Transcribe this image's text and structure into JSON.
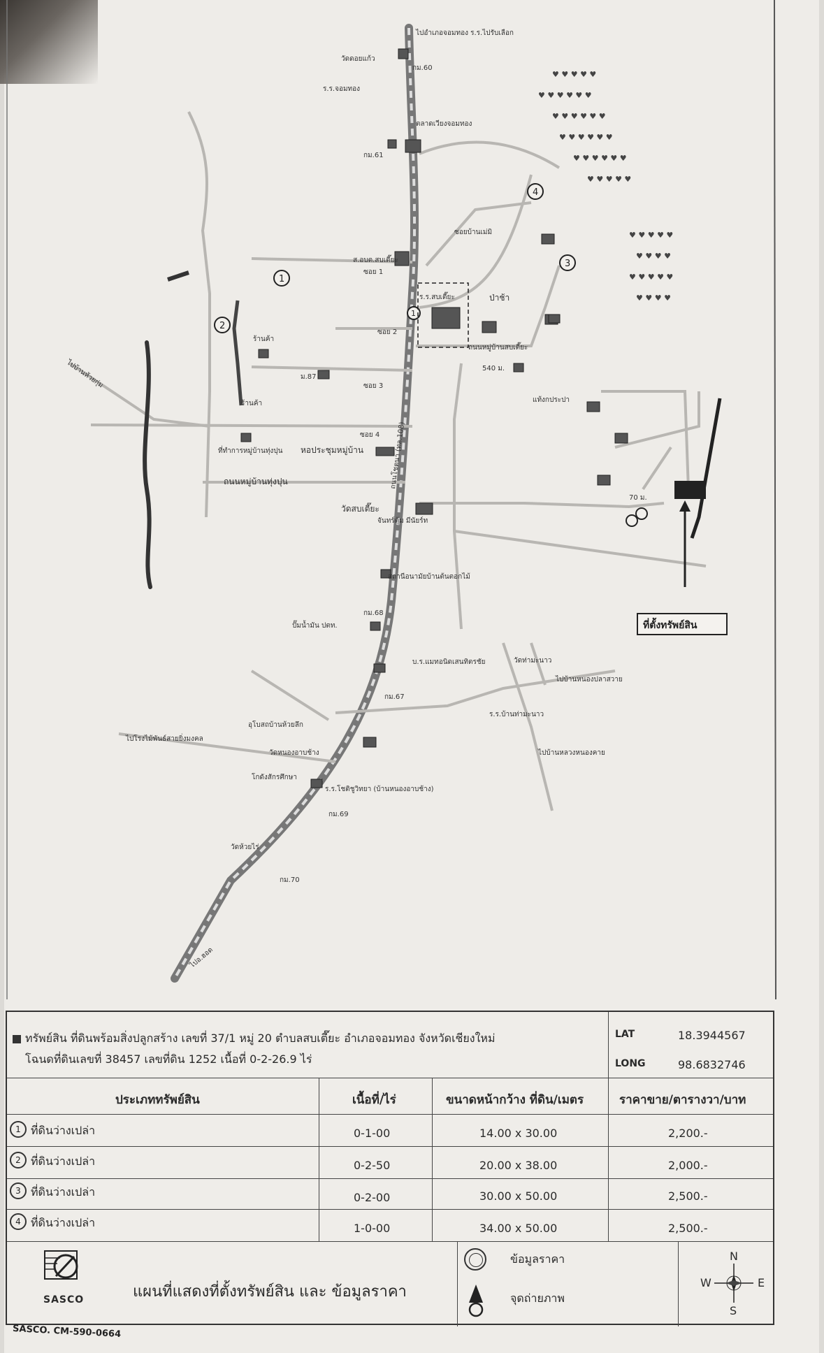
{
  "map": {
    "target_label": "ที่ตั้งทรัพย์สิน",
    "labels": {
      "wat_top": "วัดดอยแก้ว",
      "school_top": "ร.ร.จอมทอง",
      "to_chiangmai": "ไปอำเภอจอมทอง ร.ร.ไปรับเลือก",
      "km60": "กม.60",
      "market": "ตลาดเวียงจอมทอง",
      "km61": "กม.61",
      "soi_bam": "ซอยบ้านเม่มิ",
      "sor_ongkarn": "ส.อบต.สบเตี๊ยะ",
      "soi1": "ซอย 1",
      "school_sopmae": "ร.ร.สบเตี๊ยะ",
      "sor_a": "ป่าช้า",
      "soi2": "ซอย 2",
      "road_sop": "ถนนหมู่บ้านสบเตี๊ยะ",
      "dist540": "540 ม.",
      "water_tower": "แท้งกประปา",
      "shop": "ร้านค้า",
      "km87": "ม.87",
      "soi3": "ซอย 3",
      "soi4": "ซอย 4",
      "office_village": "ที่ทำการหมู่บ้านทุ่งปุน",
      "village_hall": "หอประชุมหมู่บ้าน",
      "road_thungpun": "ถนนหมู่บ้านทุ่งปุน",
      "wat_sop": "วัดสบเตี๊ยะ",
      "dist70": "70 ม.",
      "road_main": "ถนนโชตนา (ทล.108)",
      "health": "สถานีอนามัยบ้านต้นตอกไม้",
      "km68": "กม.68",
      "gas": "ปั๊มน้ำมัน ปตท.",
      "wat_thamnak": "วัดท่ามะนาว",
      "soi_right": "ไปบ้านหนองปลาสวาย",
      "soi_right2": "ไปบ้านหลวงหนองคาย",
      "km67": "กม.67",
      "school_thamnak": "ร.ร.บ้านท่ามะนาว",
      "to_factory": "ไปโรงไม้พันธ์สายยิ่งมงคล",
      "temple_gate": "อุโบสถบ้านห้วยลึก",
      "wat_nong": "วัดหนองอาบช้าง",
      "warehouse": "โกดังสักรศึกษา",
      "school_big": "ร.ร.โชติชูวิทยา (บ้านหนองอาบช้าง)",
      "km69": "กม.69",
      "wat_huai": "วัดห้วยไร่",
      "km70": "กม.70",
      "to_hod": "ไปอ.ฮอด",
      "to_left": "ไปบ้านห้วยกุ่ม",
      "store_mid": "บ.ร.แมทอนิดเสนทิตรชัย",
      "store2": "จันทร์ตุ้ม มีนัยร์ท"
    }
  },
  "asset": {
    "line1": "ทรัพย์สิน  ที่ดินพร้อมสิ่งปลูกสร้าง เลขที่ 37/1 หมู่ 20 ตำบลสบเตี๊ยะ อำเภอจอมทอง จังหวัดเชียงใหม่",
    "line2": "โฉนดที่ดินเลขที่ 38457 เลขที่ดิน 1252 เนื้อที่ 0-2-26.9 ไร่",
    "lat_label": "LAT",
    "lat_value": "18.3944567",
    "long_label": "LONG",
    "long_value": "98.6832746"
  },
  "table": {
    "headers": [
      "ประเภททรัพย์สิน",
      "เนื้อที่/ไร่",
      "ขนาดหน้ากว้าง  ที่ดิน/เมตร",
      "ราคาขาย/ตารางวา/บาท"
    ],
    "rows": [
      {
        "no": "1",
        "type": "ที่ดินว่างเปล่า",
        "area": "0-1-00",
        "size": "14.00 x 30.00",
        "price": "2,200.-"
      },
      {
        "no": "2",
        "type": "ที่ดินว่างเปล่า",
        "area": "0-2-50",
        "size": "20.00 x 38.00",
        "price": "2,000.-"
      },
      {
        "no": "3",
        "type": "ที่ดินว่างเปล่า",
        "area": "0-2-00",
        "size": "30.00 x 50.00",
        "price": "2,500.-"
      },
      {
        "no": "4",
        "type": "ที่ดินว่างเปล่า",
        "area": "1-0-00",
        "size": "34.00 x 50.00",
        "price": "2,500.-"
      }
    ]
  },
  "footer": {
    "logo_text": "SASCO",
    "title": "แผนที่แสดงที่ตั้งทรัพย์สิน และ ข้อมูลราคา",
    "legend_price": "ข้อมูลราคา",
    "legend_photo": "จุดถ่ายภาพ",
    "compass_n": "N",
    "compass_s": "S",
    "compass_e": "E",
    "compass_w": "W",
    "code": "SASCO. CM-590-0664"
  }
}
